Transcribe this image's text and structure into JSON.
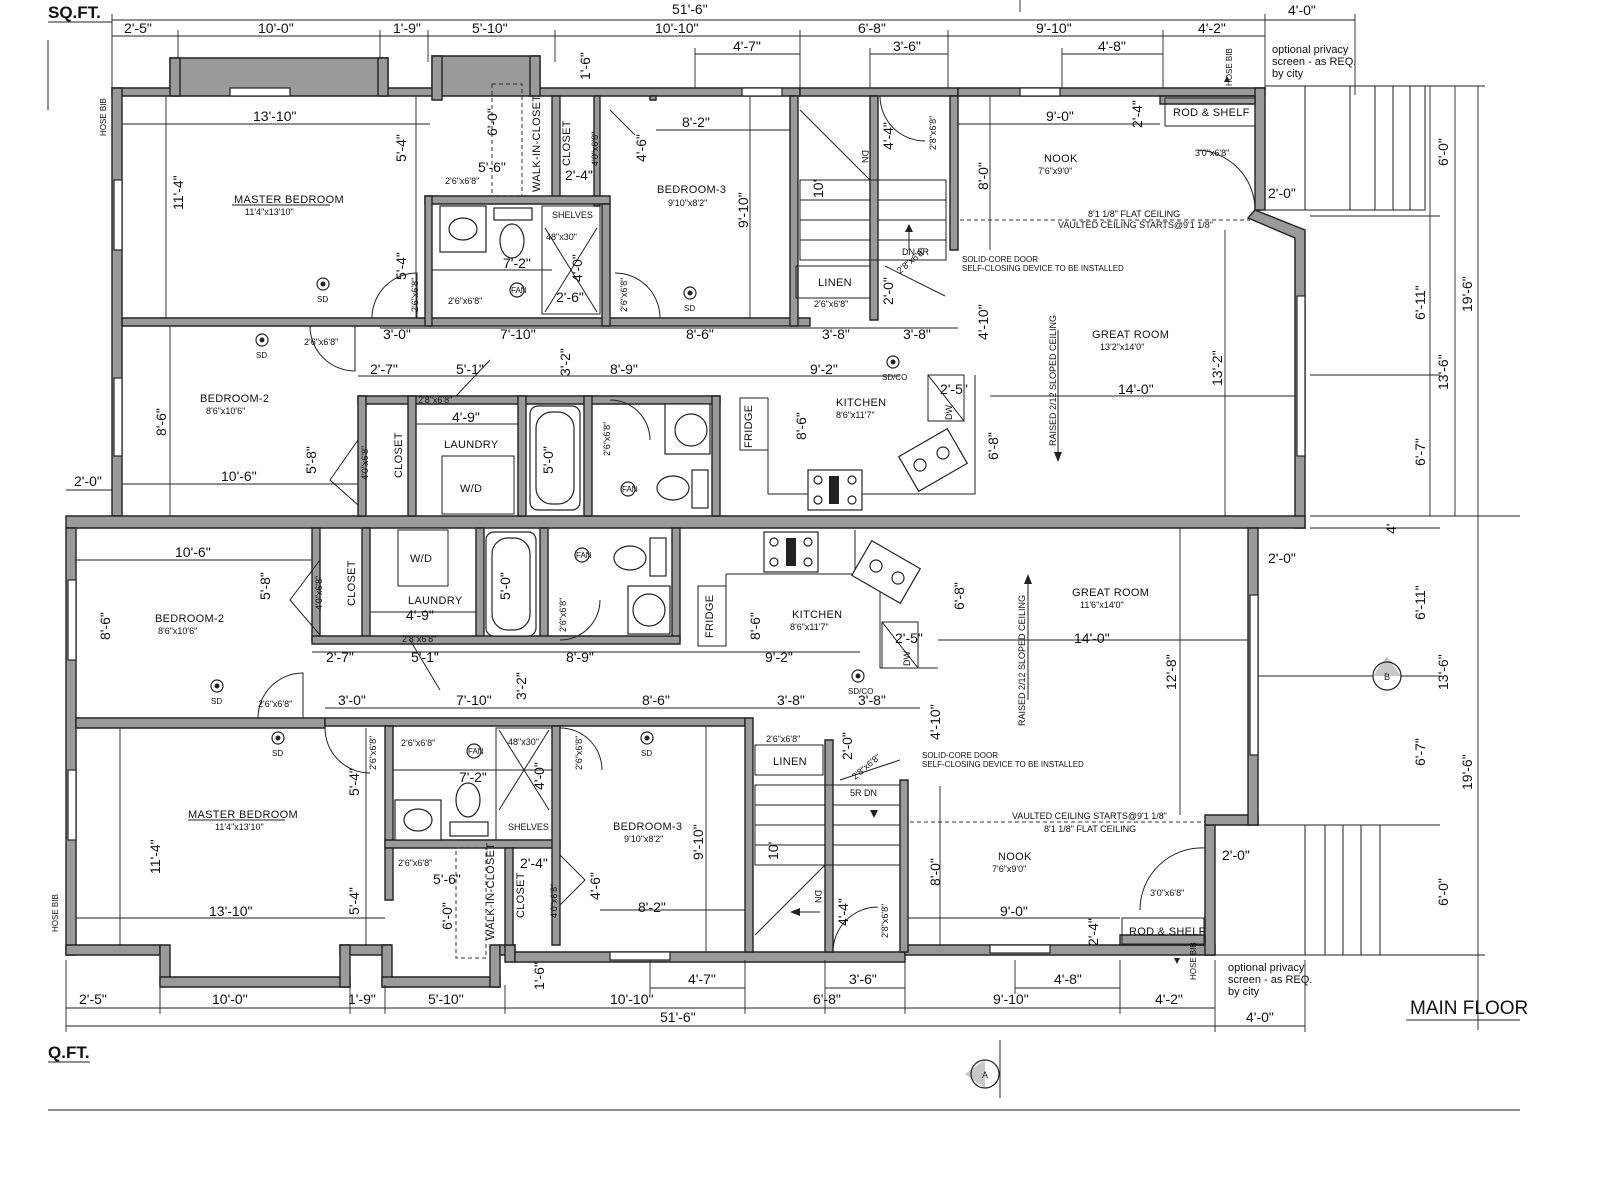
{
  "drawing": {
    "title": "MAIN FLOOR",
    "sqft_top": "SQ.FT.",
    "sqft_bottom": "Q.FT.",
    "section_a": "A",
    "section_b": "B"
  },
  "top_unit": {
    "rooms": {
      "master_bedroom": "MASTER BEDROOM",
      "master_bedroom_size": "11'4\"x13'10\"",
      "bedroom2": "BEDROOM-2",
      "bedroom2_size": "8'6\"x10'6\"",
      "bedroom3": "BEDROOM-3",
      "bedroom3_size": "9'10\"x8'2\"",
      "laundry": "LAUNDRY",
      "wd": "W/D",
      "kitchen": "KITCHEN",
      "kitchen_size": "8'6\"x11'7\"",
      "great_room": "GREAT ROOM",
      "great_room_size": "13'2\"x14'0\"",
      "nook": "NOOK",
      "nook_size": "7'6\"x9'0\"",
      "linen": "LINEN",
      "closet": "CLOSET",
      "closet2": "CLOSET",
      "walk_in": "WALK-IN-CLOSET",
      "shelves": "SHELVES",
      "rod_shelf": "ROD & SHELF",
      "fridge": "FRIDGE"
    },
    "notes": {
      "flat_ceiling": "8'1 1/8\" FLAT CEILING",
      "vaulted": "VAULTED CEILING STARTS@9'1 1/8\"",
      "solid_door": "SOLID-CORE DOOR",
      "self_closing": "SELF-CLOSING DEVICE TO BE INSTALLED",
      "sloped": "RAISED 2/12 SLOPED CEILING",
      "privacy_1": "optional privacy",
      "privacy_2": "screen - as REQ.",
      "privacy_3": "by city",
      "hose_bib": "HOSE BIB",
      "dn": "DN",
      "dn5r": "DN 5R",
      "sd": "SD",
      "sdco": "SD/CO",
      "fan": "FAN",
      "dw": "DW"
    },
    "dims": {
      "overall": "51'-6\"",
      "d2_5": "2'-5\"",
      "d10_0": "10'-0\"",
      "d1_9": "1'-9\"",
      "d5_10": "5'-10\"",
      "d10_10": "10'-10\"",
      "d6_8": "6'-8\"",
      "d9_10": "9'-10\"",
      "d4_2": "4'-2\"",
      "d4_0": "4'-0\"",
      "d4_7": "4'-7\"",
      "d3_6": "3'-6\"",
      "d4_8": "4'-8\"",
      "d1_6": "1'-6\"",
      "d13_10": "13'-10\"",
      "d11_4": "11'-4\"",
      "d5_4a": "5'-4\"",
      "d5_4b": "5'-4\"",
      "d6_0": "6'-0\"",
      "d5_6": "5'-6\"",
      "d2_4": "2'-4\"",
      "d4_6": "4'-6\"",
      "d8_2": "8'-2\"",
      "d9_10v": "9'-10\"",
      "d10v": "10'",
      "d4_4": "4'-4\"",
      "d9_0": "9'-0\"",
      "d2_4b": "2'-4\"",
      "d8_0": "8'-0\"",
      "d2_0a": "2'-0\"",
      "d7_2": "7'-2\"",
      "d4_0v": "4'-0\"",
      "d2_6": "2'-6\"",
      "d3_0": "3'-0\"",
      "d7_10": "7'-10\"",
      "d8_6": "8'-6\"",
      "d3_8a": "3'-8\"",
      "d3_8b": "3'-8\"",
      "d2_0b": "2'-0\"",
      "d4_10": "4'-10\"",
      "d3_2": "3'-2\"",
      "d2_7": "2'-7\"",
      "d5_1": "5'-1\"",
      "d8_9": "8'-9\"",
      "d9_2": "9'-2\"",
      "d8_6v": "8'-6\"",
      "d4_9": "4'-9\"",
      "d5_8": "5'-8\"",
      "d5_0": "5'-0\"",
      "d8_6b": "8'-6\"",
      "d10_6": "10'-6\"",
      "d2_0c": "2'-0\"",
      "d6_8v": "6'-8\"",
      "d14_0": "14'-0\"",
      "d13_2": "13'-2\"",
      "r6_0": "6'-0\"",
      "r6_11": "6'-11\"",
      "r13_6": "13'-6\"",
      "r19_6": "19'-6\"",
      "r6_7": "6'-7\"",
      "r4": "4'"
    },
    "doors": {
      "a": "2'6\"x6'8\"",
      "b": "2'6\"x6'8\"",
      "c": "2'6\"x6'8\"",
      "d": "2'6\"x6'8\"",
      "e": "2'6\"x6'8\"",
      "f": "2'6\"x6'8\"",
      "g": "2'8\"x6'8\"",
      "h": "2'6\"x6'8\"",
      "i": "4'0\"x6'8\"",
      "j": "4'0\"x6'8\"",
      "k": "2'8\"x6'8\"",
      "l": "3'0\"x6'8\"",
      "m": "2'8\"x6'8\"",
      "n": "48\"x30\""
    }
  },
  "bottom_unit": {
    "rooms": {
      "master_bedroom": "MASTER BEDROOM",
      "master_bedroom_size": "11'4\"x13'10\"",
      "bedroom2": "BEDROOM-2",
      "bedroom2_size": "8'6\"x10'6\"",
      "bedroom3": "BEDROOM-3",
      "bedroom3_size": "9'10\"x8'2\"",
      "laundry": "LAUNDRY",
      "wd": "W/D",
      "kitchen": "KITCHEN",
      "kitchen_size": "8'6\"x11'7\"",
      "great_room": "GREAT ROOM",
      "great_room_size": "11'6\"x14'0\"",
      "nook": "NOOK",
      "nook_size": "7'6\"x9'0\"",
      "linen": "LINEN",
      "closet": "CLOSET",
      "closet2": "CLOSET",
      "walk_in": "WALK-IN-CLOSET",
      "shelves": "SHELVES",
      "rod_shelf": "ROD & SHELF",
      "fridge": "FRIDGE"
    },
    "notes": {
      "flat_ceiling": "8'1 1/8\" FLAT CEILING",
      "vaulted": "VAULTED CEILING STARTS@9'1 1/8\"",
      "solid_door": "SOLID-CORE DOOR",
      "self_closing": "SELF-CLOSING DEVICE TO BE INSTALLED",
      "sloped": "RAISED 2/12 SLOPED CEILING",
      "privacy_1": "optional privacy",
      "privacy_2": "screen - as REQ.",
      "privacy_3": "by city",
      "hose_bib": "HOSE BIB",
      "dn": "DN",
      "dn5r": "5R DN",
      "sd": "SD",
      "sdco": "SD/CO",
      "fan": "FAN",
      "dw": "DW"
    },
    "dims": {
      "overall": "51'-6\"",
      "d2_5": "2'-5\"",
      "d10_0": "10'-0\"",
      "d1_9": "1'-9\"",
      "d5_10": "5'-10\"",
      "d10_10": "10'-10\"",
      "d6_8": "6'-8\"",
      "d9_10": "9'-10\"",
      "d4_2": "4'-2\"",
      "d4_0": "4'-0\"",
      "d4_7": "4'-7\"",
      "d3_6": "3'-6\"",
      "d4_8": "4'-8\"",
      "d1_6": "1'-6\"",
      "d13_10": "13'-10\"",
      "d11_4": "11'-4\"",
      "d5_4a": "5'-4\"",
      "d5_4b": "5'-4\"",
      "d6_0": "6'-0\"",
      "d5_6": "5'-6\"",
      "d2_4": "2'-4\"",
      "d4_6": "4'-6\"",
      "d8_2": "8'-2\"",
      "d9_10v": "9'-10\"",
      "d10v": "10'",
      "d4_4": "4'-4\"",
      "d9_0": "9'-0\"",
      "d2_4b": "2'-4\"",
      "d8_0": "8'-0\"",
      "d2_0a": "2'-0\"",
      "d7_2": "7'-2\"",
      "d4_0v": "4'-0\"",
      "d3_0": "3'-0\"",
      "d7_10": "7'-10\"",
      "d8_6": "8'-6\"",
      "d3_8a": "3'-8\"",
      "d3_8b": "3'-8\"",
      "d2_0b": "2'-0\"",
      "d4_10": "4'-10\"",
      "d3_2": "3'-2\"",
      "d2_7": "2'-7\"",
      "d5_1": "5'-1\"",
      "d8_9": "8'-9\"",
      "d9_2": "9'-2\"",
      "d8_6v": "8'-6\"",
      "d4_9": "4'-9\"",
      "d5_8": "5'-8\"",
      "d5_0": "5'-0\"",
      "d8_6b": "8'-6\"",
      "d10_6": "10'-6\"",
      "d2_0c": "2'-0\"",
      "d6_8v": "6'-8\"",
      "d14_0": "14'-0\"",
      "d12_8": "12'-8\"",
      "r6_0": "6'-0\"",
      "r6_11": "6'-11\"",
      "r13_6": "13'-6\"",
      "r19_6": "19'-6\"",
      "r6_7": "6'-7\""
    },
    "doors": {
      "a": "2'6\"x6'8\"",
      "b": "2'6\"x6'8\"",
      "c": "2'6\"x6'8\"",
      "d": "2'6\"x6'8\"",
      "e": "2'6\"x6'8\"",
      "f": "2'6\"x6'8\"",
      "g": "2'8\"x6'8\"",
      "h": "2'6\"x6'8\"",
      "i": "4'0\"x6'8\"",
      "j": "4'0\"x6'8\"",
      "k": "2'8\"x6'8\"",
      "l": "3'0\"x6'8\"",
      "m": "2'8\"x6'8\"",
      "n": "48\"x30\""
    }
  }
}
